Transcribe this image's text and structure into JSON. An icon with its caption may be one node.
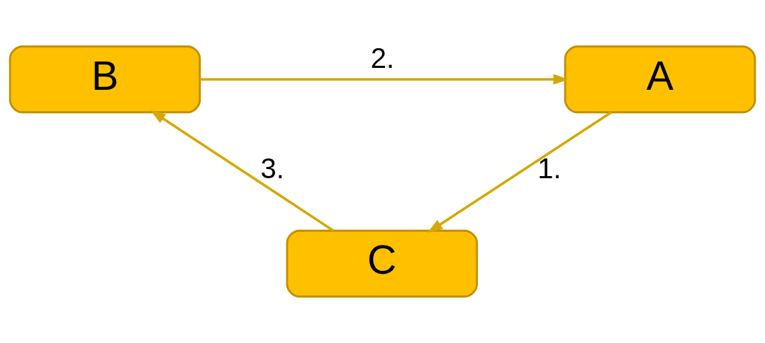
{
  "diagram": {
    "nodes": [
      {
        "text": [
          "A"
        ]
      },
      {
        "text": [
          "B"
        ]
      },
      {
        "text": [
          "C"
        ]
      }
    ],
    "edges": [
      {
        "from": 0,
        "to": 2,
        "arrow": "to",
        "label": "1."
      },
      {
        "from": 1,
        "to": 0,
        "arrow": "to",
        "label": "2."
      },
      {
        "from": 2,
        "to": 1,
        "arrow": "to",
        "label": "3."
      }
    ]
  }
}
